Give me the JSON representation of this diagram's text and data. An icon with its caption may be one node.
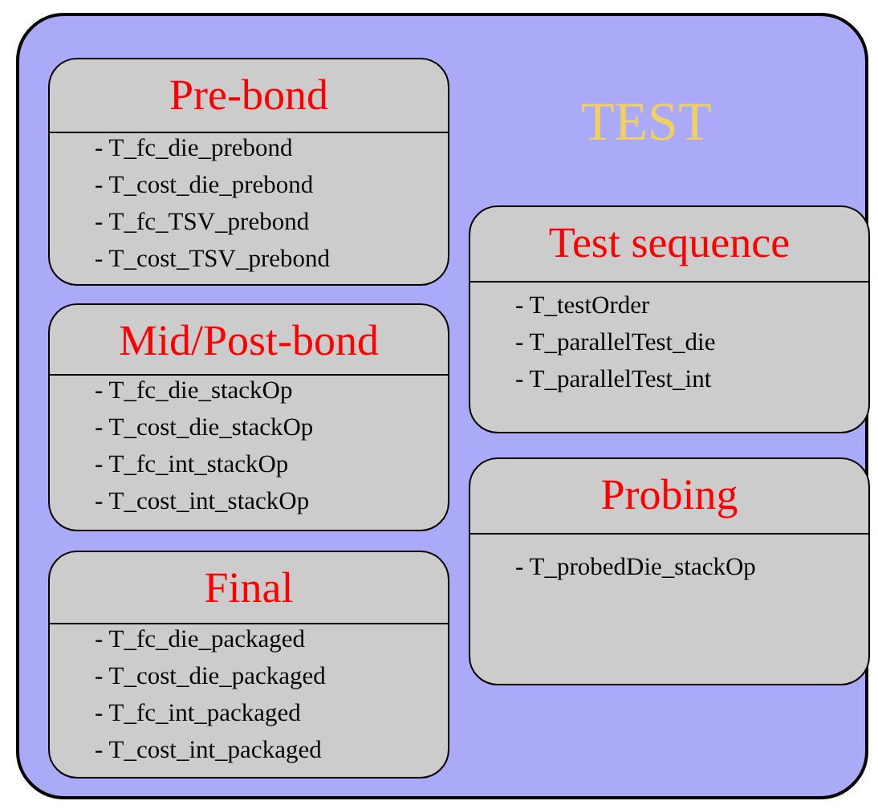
{
  "diagram": {
    "nodes": [
      {
        "text": [
          "TEST"
        ]
      },
      {
        "text": [
          "Pre-bond",
          "- T_fc_die_prebond",
          "- T_cost_die_prebond",
          "- T_fc_TSV_prebond",
          "- T_cost_TSV_prebond"
        ],
        "in": 0
      },
      {
        "text": [
          "Mid/Post-bond",
          "- T_fc_die_stackOp",
          "- T_cost_die_stackOp",
          "- T_fc_int_stackOp",
          "- T_cost_int_stackOp"
        ],
        "in": 0
      },
      {
        "text": [
          "Final",
          "- T_fc_die_packaged",
          "- T_cost_die_packaged",
          "- T_fc_int_packaged",
          "- T_cost_int_packaged"
        ],
        "in": 0
      },
      {
        "text": [
          "Test sequence",
          "- T_testOrder",
          "- T_parallelTest_die",
          "- T_parallelTest_int"
        ],
        "in": 0
      },
      {
        "text": [
          "Probing",
          "- T_probedDie_stackOp"
        ],
        "in": 0
      }
    ],
    "edges": []
  }
}
